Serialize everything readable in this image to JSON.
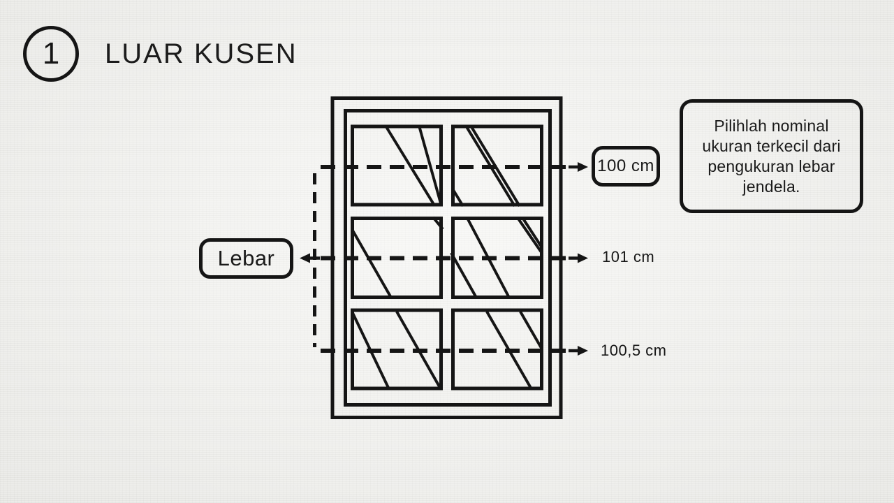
{
  "colors": {
    "background": "#f4f4f1",
    "ink": "#151515"
  },
  "header": {
    "step_number": "1",
    "title": "LUAR KUSEN"
  },
  "diagram": {
    "illustration": "window-front-view-2x3-panes",
    "width_label": "Lebar",
    "measurements": [
      {
        "label": "100 cm",
        "boxed": true
      },
      {
        "label": "101 cm",
        "boxed": false
      },
      {
        "label": "100,5 cm",
        "boxed": false
      }
    ]
  },
  "note": {
    "lines": [
      "Pilihlah nominal",
      "ukuran terkecil dari",
      "pengukuran lebar",
      "jendela."
    ]
  }
}
